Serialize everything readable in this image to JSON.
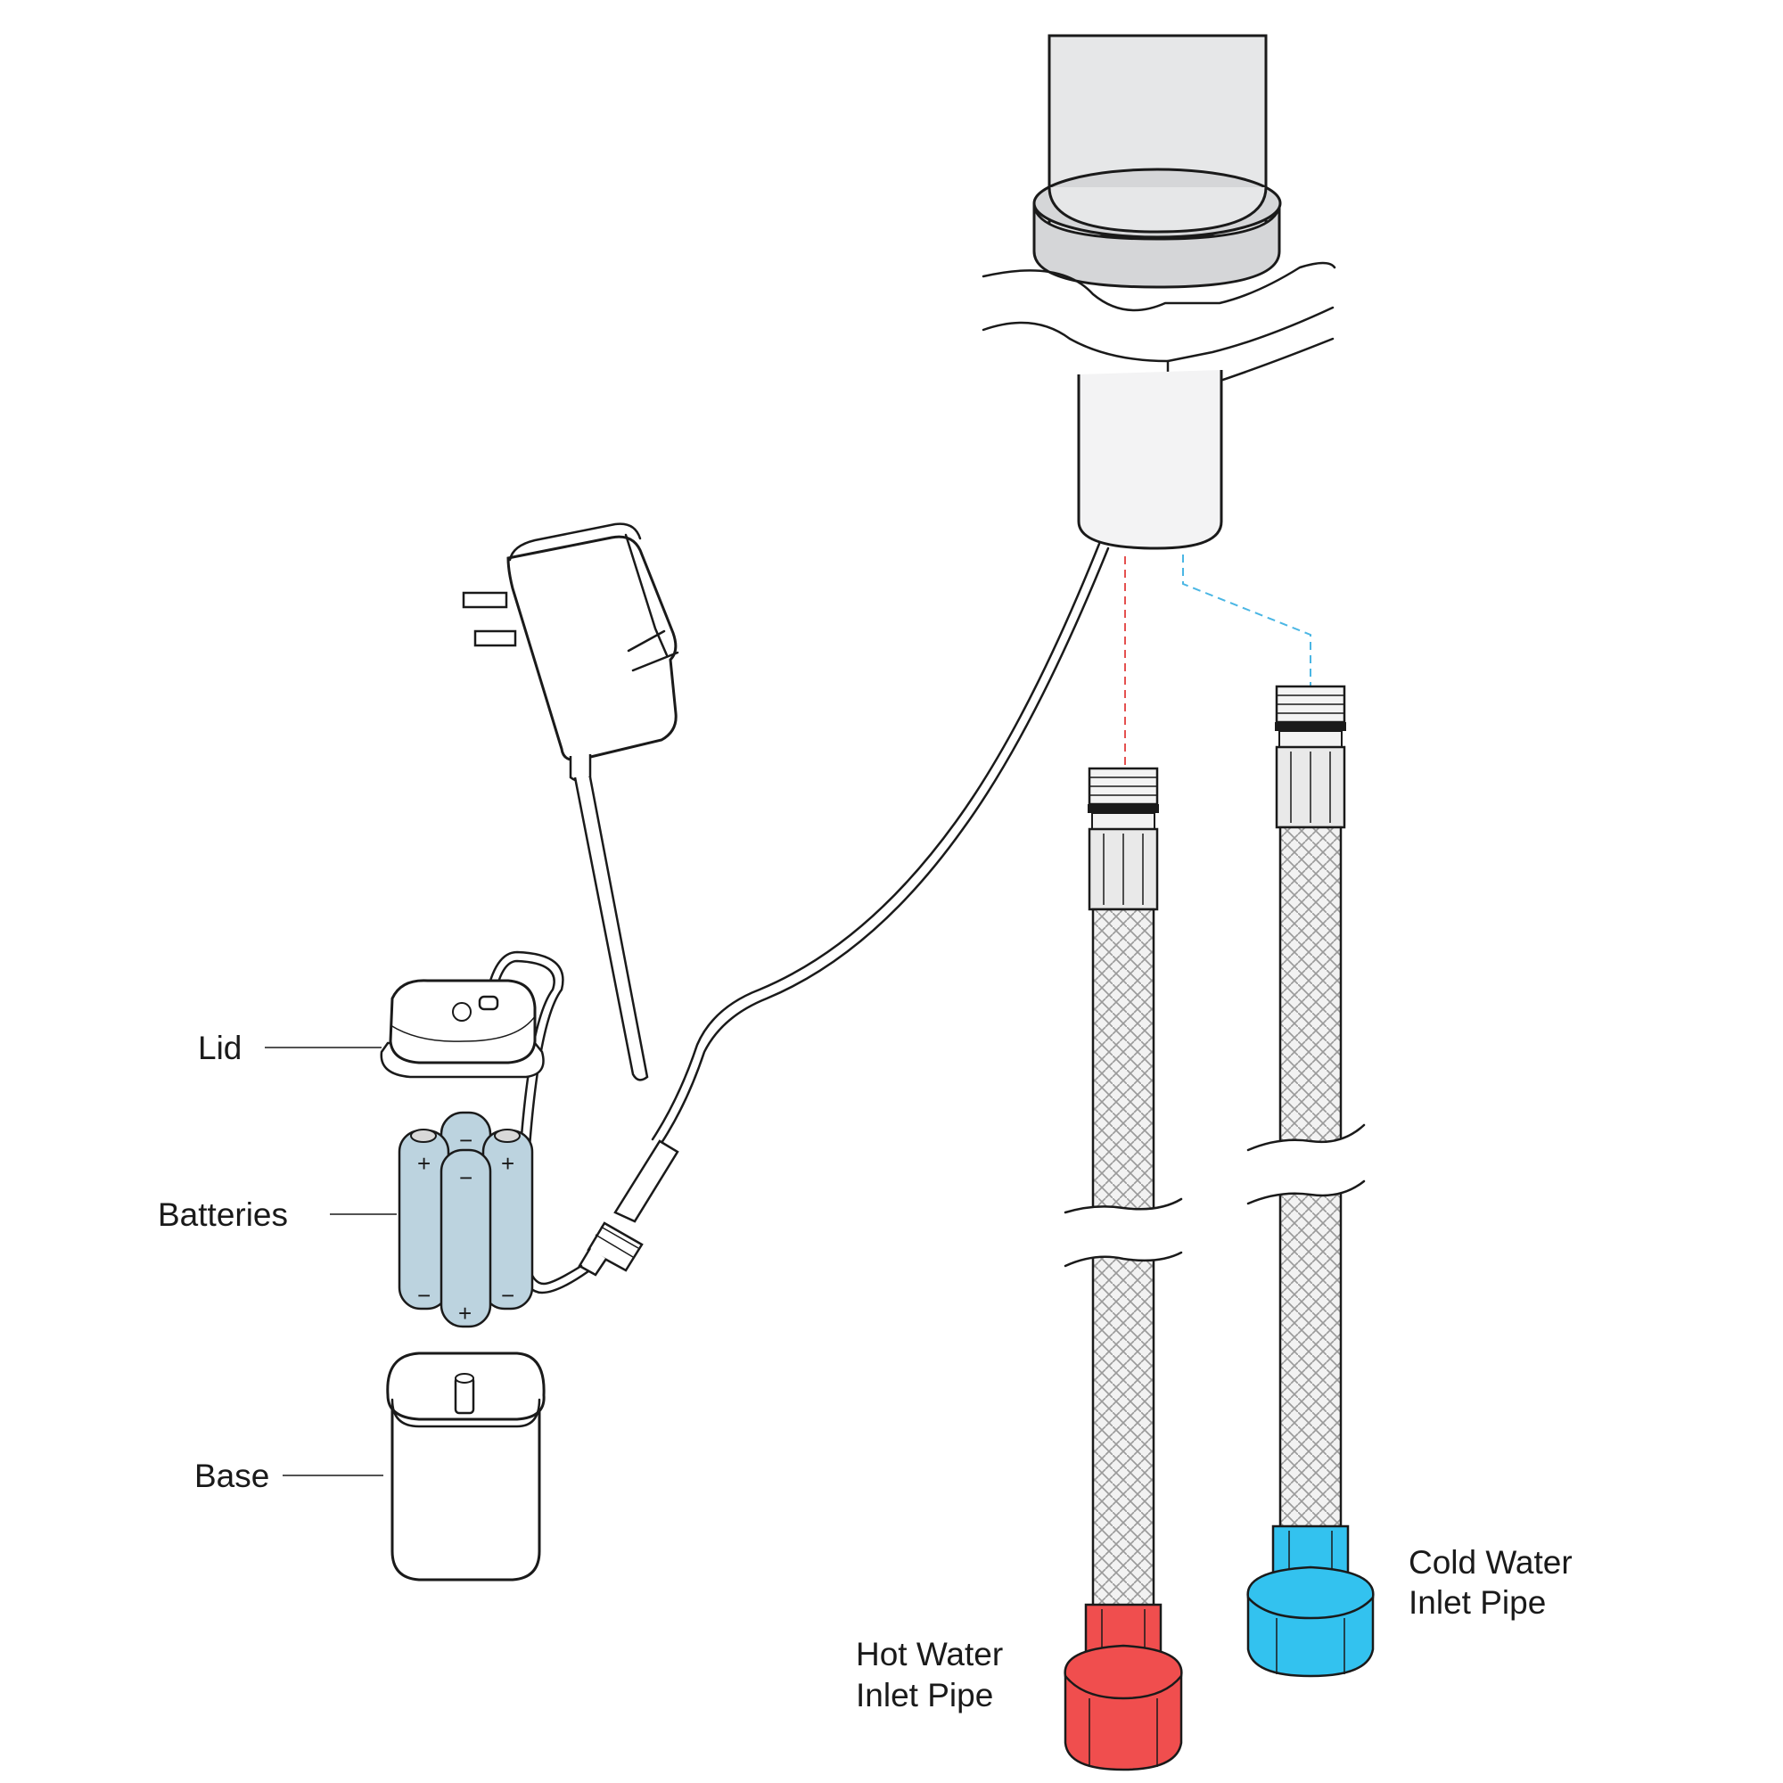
{
  "labels": {
    "lid": "Lid",
    "batteries": "Batteries",
    "base": "Base",
    "hot_line1": "Hot Water",
    "hot_line2": "Inlet Pipe",
    "cold_line1": "Cold Water",
    "cold_line2": "Inlet Pipe"
  },
  "battery_marks": {
    "plus": "+",
    "minus": "−"
  },
  "colors": {
    "hot_fitting": "#f04e4e",
    "cold_fitting": "#33c2ef",
    "battery": "#bcd3df",
    "faucet_body": "#e6e7e8",
    "faucet_ring": "#d5d6d8",
    "hot_guide": "#e4504f",
    "cold_guide": "#4ab6e4"
  },
  "icons": [
    "faucet-body",
    "power-adapter-icon",
    "battery-box-lid",
    "aa-batteries",
    "battery-box-base",
    "braided-hose-hot",
    "braided-hose-cold"
  ]
}
